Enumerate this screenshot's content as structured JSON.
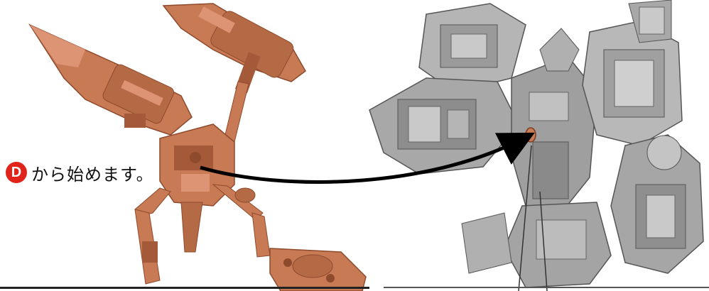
{
  "caption": {
    "step_letter": "D",
    "text": "から始めます。"
  },
  "colors": {
    "part_orange": "#c87a55",
    "part_orange_dark": "#a45a38",
    "part_orange_light": "#dc9474",
    "robot_gray": "#9a9a9a",
    "robot_gray_dark": "#6e6e6e",
    "robot_gray_light": "#c9c9c9",
    "badge_red": "#e0231b",
    "arrow": "#000000"
  },
  "figures": {
    "left_part": "orange-mecha-sub-assembly",
    "right_part": "gray-robot-torso",
    "arrow_icon": "curved-arrow-icon"
  }
}
